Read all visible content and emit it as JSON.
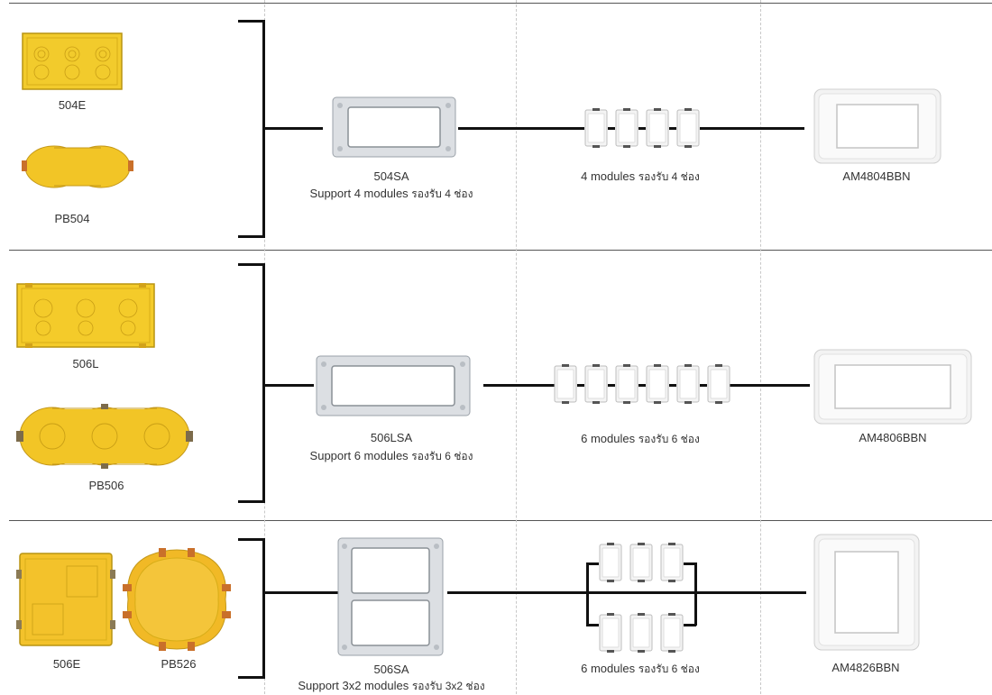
{
  "rows": [
    {
      "boxes": [
        {
          "code": "504E",
          "icon": "yellow-box-icon"
        },
        {
          "code": "PB504",
          "icon": "yellow-double-box-icon"
        }
      ],
      "support": {
        "code": "504SA",
        "desc": "Support 4 modules",
        "desc_th": "รองรับ 4 ช่อง",
        "icon": "support-frame-icon"
      },
      "modules": {
        "text": "4 modules",
        "text_th": "รองรับ 4  ช่อง",
        "count": 4,
        "icon": "module-switch-icon"
      },
      "plate": {
        "code": "AM4804BBN",
        "icon": "cover-plate-icon"
      }
    },
    {
      "boxes": [
        {
          "code": "506L",
          "icon": "yellow-box-icon"
        },
        {
          "code": "PB506",
          "icon": "yellow-triple-box-icon"
        }
      ],
      "support": {
        "code": "506LSA",
        "desc": "Support 6 modules",
        "desc_th": "รองรับ 6 ช่อง",
        "icon": "support-frame-icon"
      },
      "modules": {
        "text": "6 modules",
        "text_th": "รองรับ 6 ช่อง",
        "count": 6,
        "icon": "module-switch-icon"
      },
      "plate": {
        "code": "AM4806BBN",
        "icon": "cover-plate-icon"
      }
    },
    {
      "boxes": [
        {
          "code": "506E",
          "icon": "yellow-square-box-icon"
        },
        {
          "code": "PB526",
          "icon": "yellow-round-box-icon"
        }
      ],
      "support": {
        "code": "506SA",
        "desc": "Support 3x2 modules",
        "desc_th": "รองรับ 3x2 ช่อง",
        "icon": "support-frame-icon"
      },
      "modules": {
        "text": "6 modules",
        "text_th": "รองรับ 6 ช่อง",
        "count": 6,
        "icon": "module-switch-icon"
      },
      "plate": {
        "code": "AM4826BBN",
        "icon": "cover-plate-icon"
      }
    }
  ]
}
